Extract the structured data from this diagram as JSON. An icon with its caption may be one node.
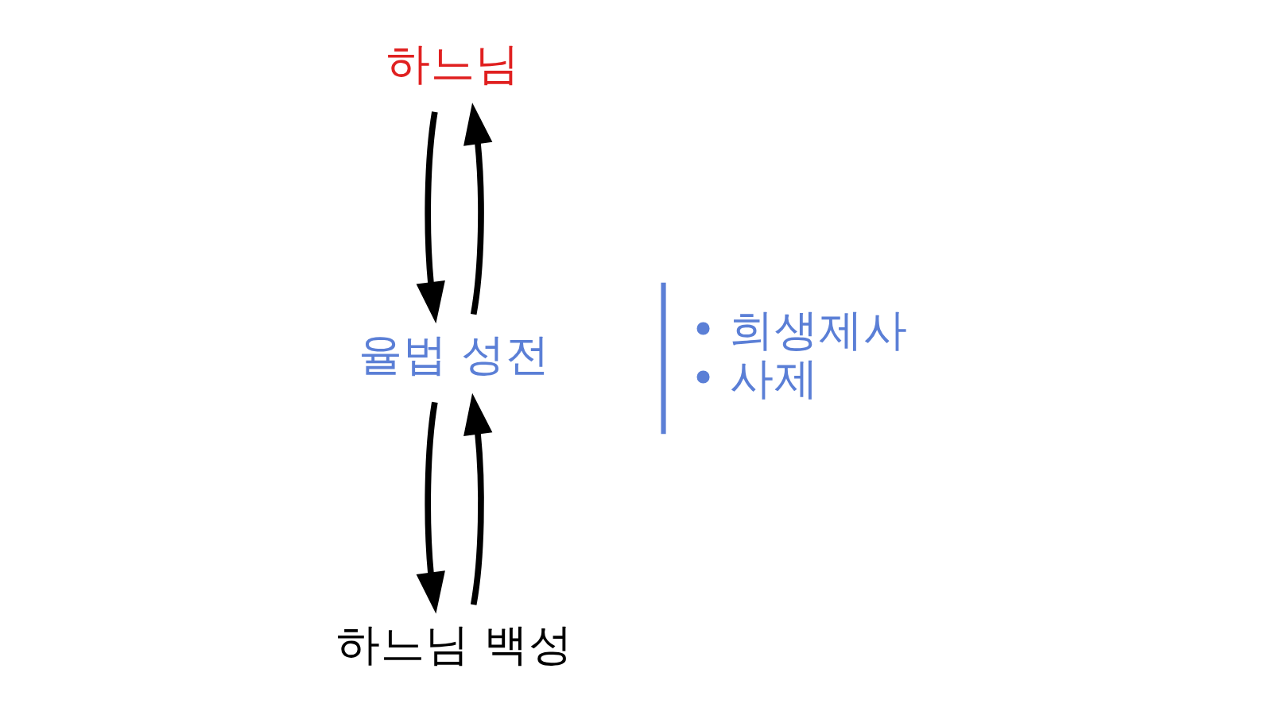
{
  "diagram": {
    "nodes": [
      {
        "text": [
          "하느님"
        ]
      },
      {
        "text": [
          "율법 성전"
        ],
        "beside": [
          "• 희생제사",
          "• 사제"
        ]
      },
      {
        "text": [
          "하느님 백성"
        ]
      }
    ],
    "edges": [
      {
        "from": 0,
        "to": 1,
        "arrow": "to"
      },
      {
        "from": 1,
        "to": 0,
        "arrow": "to"
      },
      {
        "from": 1,
        "to": 2,
        "arrow": "to"
      },
      {
        "from": 2,
        "to": 1,
        "arrow": "to"
      }
    ]
  }
}
